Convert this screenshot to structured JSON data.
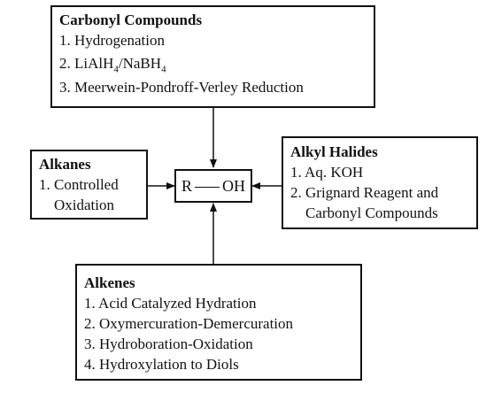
{
  "center": {
    "left": "R",
    "right": "OH"
  },
  "carbonyl": {
    "title": "Carbonyl Compounds",
    "line1": "1. Hydrogenation",
    "line2_prefix": "2. LiAlH",
    "line2_sub1": "4",
    "line2_mid": "/NaBH",
    "line2_sub2": "4",
    "line3": "3. Meerwein-Pondroff-Verley Reduction"
  },
  "alkanes": {
    "title": "Alkanes",
    "line1": "1. Controlled",
    "line2": "Oxidation"
  },
  "alkyl_halides": {
    "title": "Alkyl Halides",
    "line1": "1. Aq. KOH",
    "line2": "2. Grignard Reagent and",
    "line3": "Carbonyl Compounds"
  },
  "alkenes": {
    "title": "Alkenes",
    "line1": "1. Acid Catalyzed Hydration",
    "line2": "2. Oxymercuration-Demercuration",
    "line3": "3. Hydroboration-Oxidation",
    "line4": "4. Hydroxylation to Diols"
  }
}
